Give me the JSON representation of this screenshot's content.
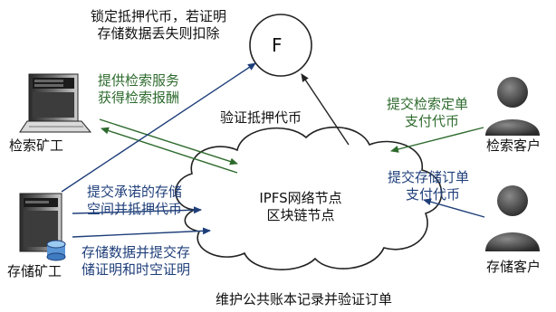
{
  "nodes": {
    "f_node": "F",
    "network": [
      "IPFS网络节点",
      "区块链节点"
    ],
    "retrieval_miner": "检索矿工",
    "storage_miner": "存储矿工",
    "retrieval_client": "检索客户",
    "storage_client": "存储客户"
  },
  "labels": {
    "lock_collateral": [
      "锁定抵押代币，若证明",
      "存储数据丢失则扣除"
    ],
    "provide_retrieval": [
      "提供检索服务",
      "获得检索报酬"
    ],
    "verify_collateral": "验证抵押代币",
    "submit_retrieval_order": [
      "提交检索定单",
      "支付代币"
    ],
    "submit_storage_order": [
      "提交存储订单",
      "支付代币"
    ],
    "submit_commitment": [
      "提交承诺的存储",
      "空间并抵押代币"
    ],
    "store_data_proof": [
      "存储数据并提交存",
      "储证明和时空证明"
    ],
    "maintain_ledger": "维护公共账本记录并验证订单"
  },
  "colors": {
    "green_arrow": "#2e6b2e",
    "blue_arrow": "#1f3f7a",
    "black_arrow": "#222222"
  }
}
